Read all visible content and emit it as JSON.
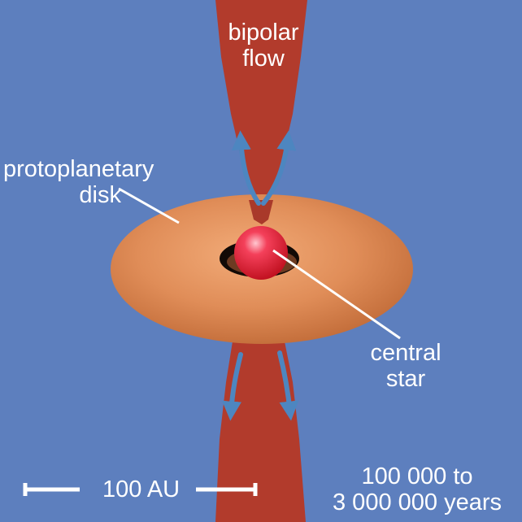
{
  "labels": {
    "bipolar_flow": [
      "bipolar",
      "flow"
    ],
    "protoplanetary_disk": [
      "protoplanetary",
      "disk"
    ],
    "central_star": [
      "central",
      "star"
    ],
    "scale_bar": "100 AU",
    "timescale": [
      "100 000 to",
      "3 000 000 years"
    ]
  },
  "colors": {
    "background": "#5d7fbe",
    "jet": "#b23b2c",
    "disk": "#d8824f",
    "star": "#e8182d",
    "arrow": "#4d86c0",
    "text": "#ffffff"
  }
}
